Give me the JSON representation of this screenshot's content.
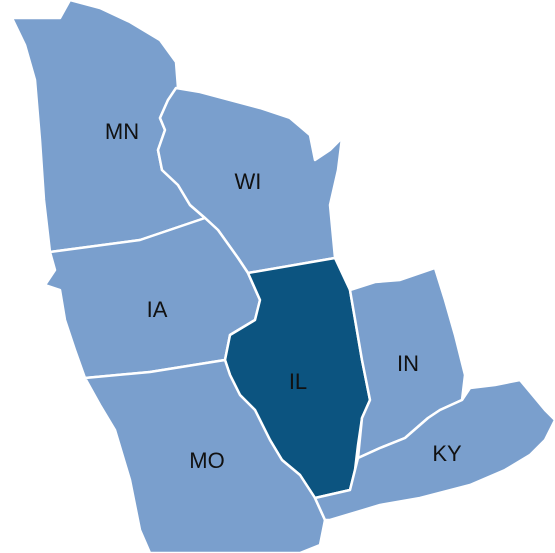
{
  "colors": {
    "default_fill": "#7a9fcd",
    "highlight_fill": "#0c5480",
    "border": "#ffffff"
  },
  "states": {
    "mn": {
      "label": "MN",
      "highlighted": false
    },
    "wi": {
      "label": "WI",
      "highlighted": false
    },
    "ia": {
      "label": "IA",
      "highlighted": false
    },
    "il": {
      "label": "IL",
      "highlighted": true
    },
    "in": {
      "label": "IN",
      "highlighted": false
    },
    "mo": {
      "label": "MO",
      "highlighted": false
    },
    "ky": {
      "label": "KY",
      "highlighted": false
    }
  }
}
